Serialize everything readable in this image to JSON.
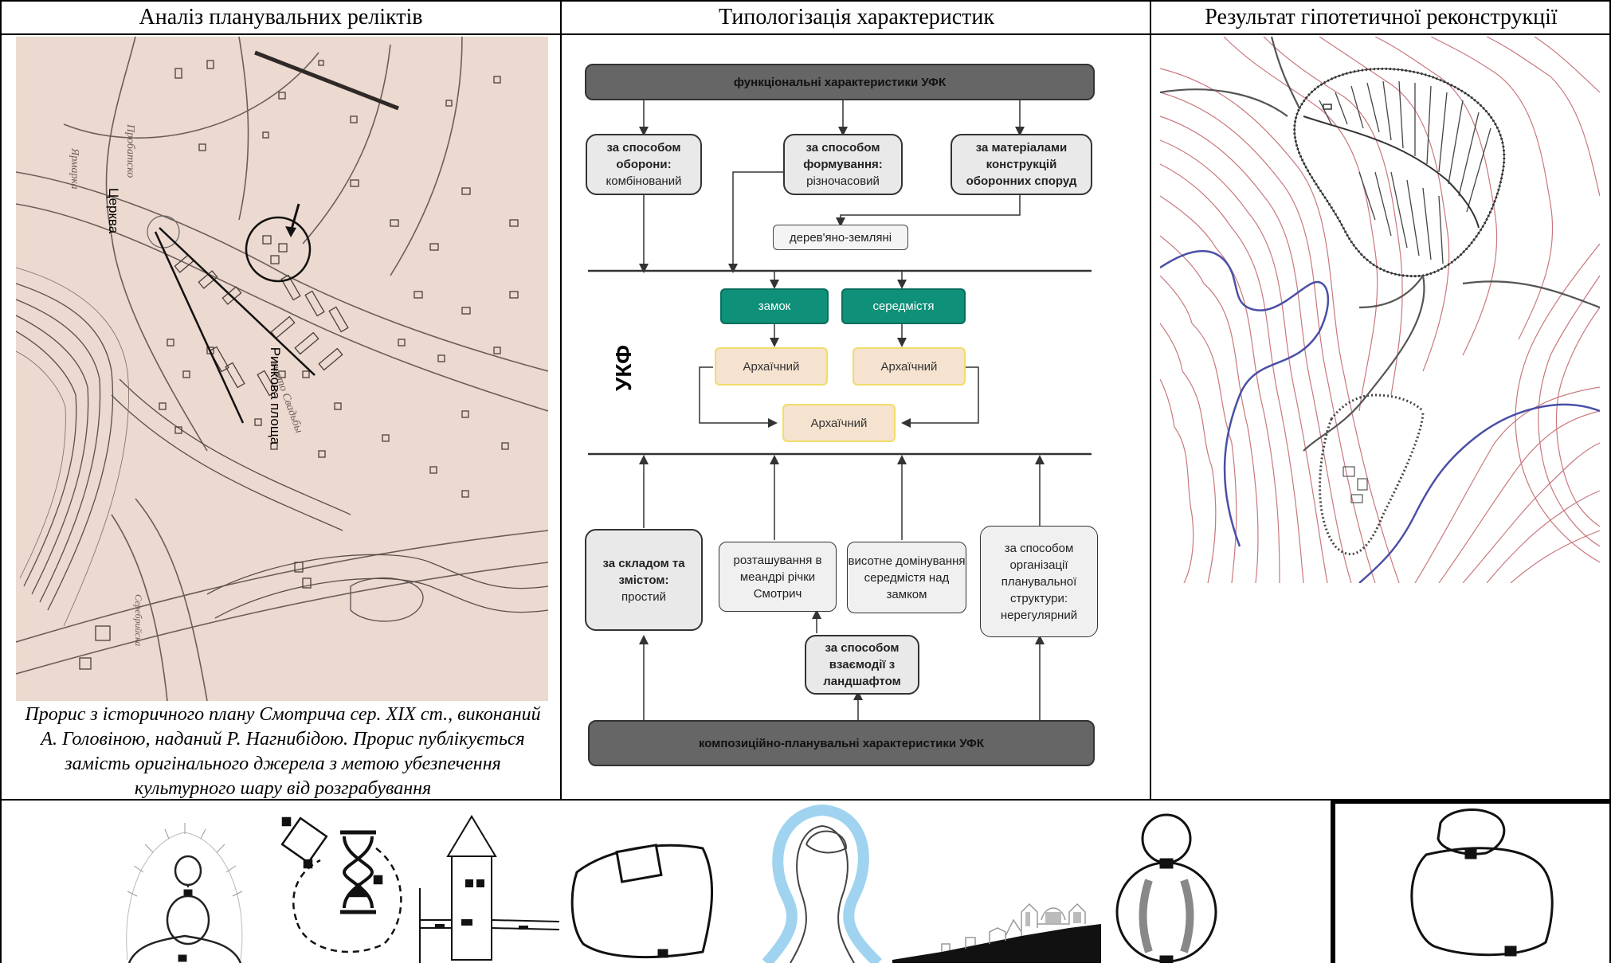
{
  "headers": {
    "col1": "Аналіз планувальних реліктів",
    "col2": "Типологізація характеристик",
    "col3": "Результат гіпотетичної реконструкції"
  },
  "map_labels": {
    "church": "Церква",
    "market": "Ринкова площа"
  },
  "caption": "Прорис з історичного плану Смотрича сер. XIX ст., виконаний А. Головіною, наданий Р. Нагнибідою. Прорис публікується замість оригінального джерела з метою убезпечення культурного шару від розграбування",
  "diagram": {
    "top_bar": "функціональні характеристики УФК",
    "bottom_bar": "композиційно-планувальні характеристики УФК",
    "side_label": "УКФ",
    "top_boxes": [
      {
        "bold": "за способом оборони:",
        "text": "комбінований"
      },
      {
        "bold": "за способом формування:",
        "text": "різночасовий"
      },
      {
        "bold": "за матеріалами конструкцій оборонних споруд",
        "text": ""
      }
    ],
    "material_value": "дерев'яно-земляні",
    "green": [
      "замок",
      "середмістя"
    ],
    "beige": [
      "Архаїчний",
      "Архаїчний",
      "Архаїчний"
    ],
    "bottom_boxes": [
      {
        "bold": "за складом та змістом:",
        "text": "простий"
      },
      {
        "bold": "",
        "text": "розташування в меандрі річки Смотрич"
      },
      {
        "bold": "",
        "text": "висотне домінування середмістя над замком"
      },
      {
        "bold": "",
        "text": "за способом організації планувальної структури: нерегулярний"
      }
    ],
    "landscape_box": "за способом взаємодії з ландшафтом"
  },
  "colors": {
    "map_paper": "#ecd9cf",
    "green": "#0e9079",
    "beige": "#f5e2cf",
    "contour": "#c9787d",
    "river": "#4a4fa6",
    "river_light": "#9fd3f0"
  }
}
